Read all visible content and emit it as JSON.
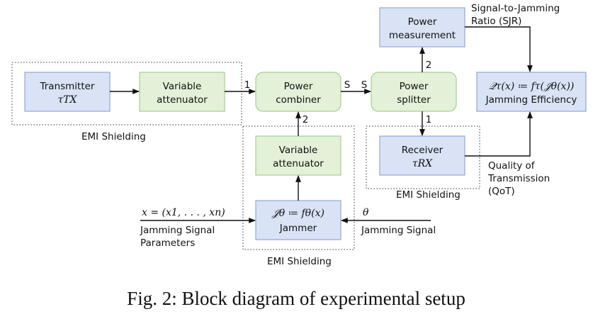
{
  "blocks": {
    "transmitter": {
      "label": "Transmitter",
      "math": "τTX"
    },
    "var_att_top": {
      "line1": "Variable",
      "line2": "attenuator"
    },
    "power_combiner": {
      "line1": "Power",
      "line2": "combiner"
    },
    "power_splitter": {
      "line1": "Power",
      "line2": "splitter"
    },
    "power_measurement": {
      "line1": "Power",
      "line2": "measurement"
    },
    "jamming_efficiency": {
      "math": "𝒬τ(x) ≔ fτ(𝒥θ(x))",
      "label": "Jamming Efficiency"
    },
    "var_att_bottom": {
      "line1": "Variable",
      "line2": "attenuator"
    },
    "jammer": {
      "math": "𝒥θ ≔ fθ(x)",
      "label": "Jammer"
    },
    "receiver": {
      "label": "Receiver",
      "math": "τRX"
    }
  },
  "labels": {
    "emi_left": "EMI Shielding",
    "emi_bottom": "EMI Shielding",
    "emi_right": "EMI Shielding",
    "port1_left": "1",
    "port2_combiner": "2",
    "s_left": "S",
    "s_right": "S",
    "port2_splitter": "2",
    "port1_splitter": "1",
    "sjr_line1": "Signal-to-Jamming",
    "sjr_line2": "Ratio (SJR)",
    "qot_line1": "Quality of",
    "qot_line2": "Transmission",
    "qot_line3": "(QoT)",
    "x_params_math": "x = (x1, . . . , xn)",
    "jsp_line1": "Jamming Signal",
    "jsp_line2": "Parameters",
    "theta": "θ",
    "jamming_signal": "Jamming Signal"
  },
  "caption": "Fig. 2: Block diagram of experimental setup"
}
